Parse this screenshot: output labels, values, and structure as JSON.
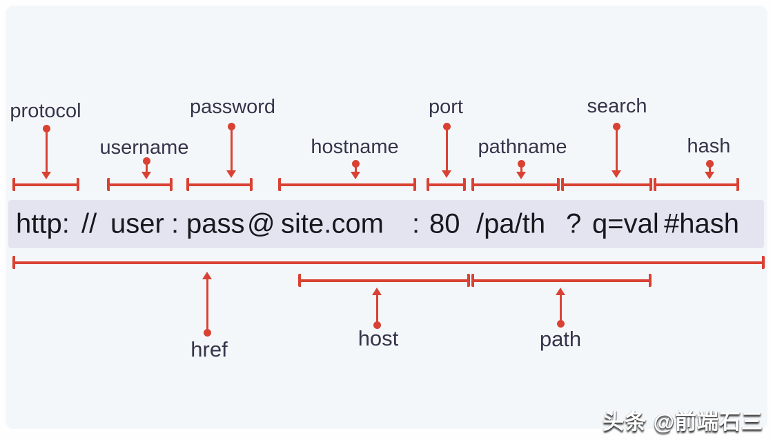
{
  "colors": {
    "accent_red": "#d94233",
    "label_dark": "#35354a",
    "url_text": "#17171d",
    "url_bar_bg": "#e4e4f1",
    "panel_bg": "#f4f7fa"
  },
  "labels": {
    "protocol": "protocol",
    "username": "username",
    "password": "password",
    "hostname": "hostname",
    "port": "port",
    "pathname": "pathname",
    "search": "search",
    "hash": "hash",
    "href": "href",
    "host": "host",
    "path": "path"
  },
  "url": {
    "full": "http: // user : pass @ site.com : 80 /pa/th ? q=val #hash",
    "segments": {
      "protocol": "http:",
      "slashes": "//",
      "username": "user",
      "sep1": ":",
      "password": "pass",
      "at": "@",
      "hostname": "site.com",
      "sep2": ":",
      "port": "80",
      "pathname": "/pa/th",
      "question": "?",
      "query": "q=val",
      "hash": "#hash"
    }
  },
  "watermark": {
    "text": "头条 @前端石三"
  }
}
